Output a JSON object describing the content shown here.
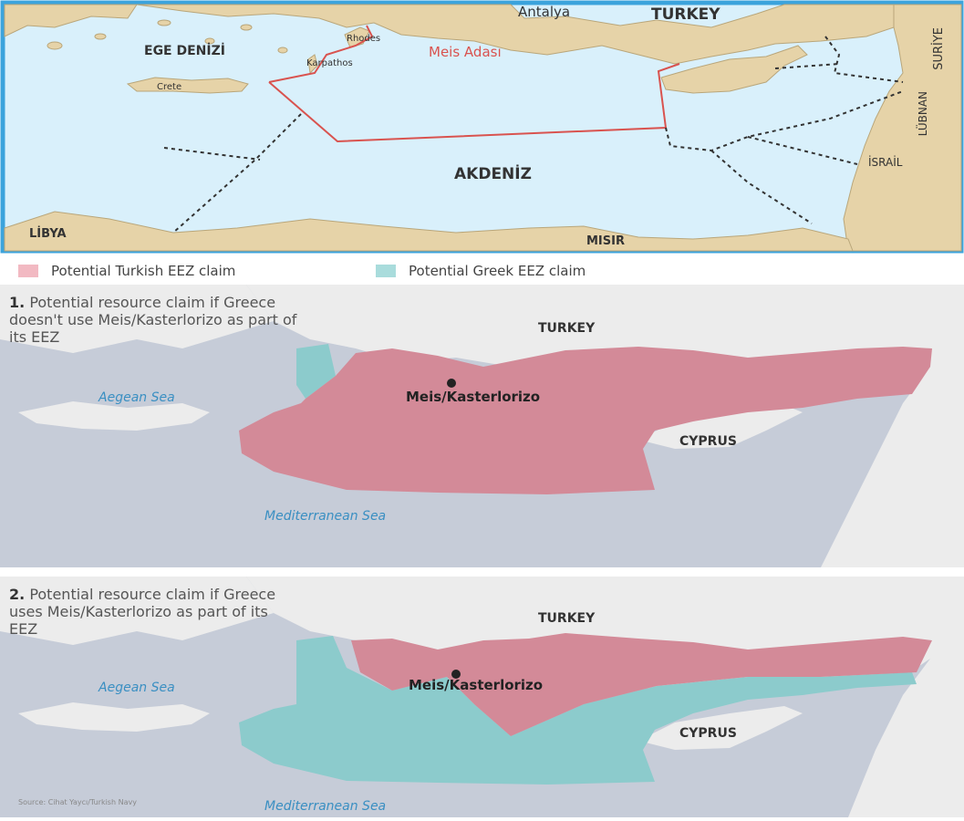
{
  "top_map": {
    "labels": {
      "antalya": "Antalya",
      "turkey": "TURKEY",
      "ege_denizi": "EGE DENİZİ",
      "rhodes": "Rhodes",
      "meis_adasi": "Meis Adası",
      "karpathos": "Karpathos",
      "crete": "Crete",
      "suriye": "SURİYE",
      "lubnan": "LÜBNAN",
      "israil": "İSRAİL",
      "akdeniz": "AKDENİZ",
      "libya": "LİBYA",
      "misir": "MISIR"
    },
    "colors": {
      "border": "#3ba3dc",
      "sea": "#d9f0fb",
      "land": "#e6d3a8",
      "claim_line": "#d9534f"
    }
  },
  "legend": {
    "turkish": "Potential Turkish EEZ claim",
    "greek": "Potential Greek EEZ claim",
    "turkish_color": "#d38a98",
    "greek_color": "#8ccbcc"
  },
  "map1": {
    "number": "1.",
    "caption": "Potential resource claim if Greece doesn't use Meis/Kasterlorizo as part of its EEZ",
    "labels": {
      "turkey": "TURKEY",
      "meis": "Meis/Kasterlorizo",
      "aegean": "Aegean Sea",
      "cyprus": "CYPRUS",
      "mediterranean": "Mediterranean Sea"
    }
  },
  "map2": {
    "number": "2.",
    "caption": "Potential resource claim if Greece uses Meis/Kasterlorizo as part of its EEZ",
    "labels": {
      "turkey": "TURKEY",
      "meis": "Meis/Kasterlorizo",
      "aegean": "Aegean Sea",
      "cyprus": "CYPRUS",
      "mediterranean": "Mediterranean Sea"
    },
    "source": "Source: Cihat Yaycı/Turkish Navy"
  }
}
